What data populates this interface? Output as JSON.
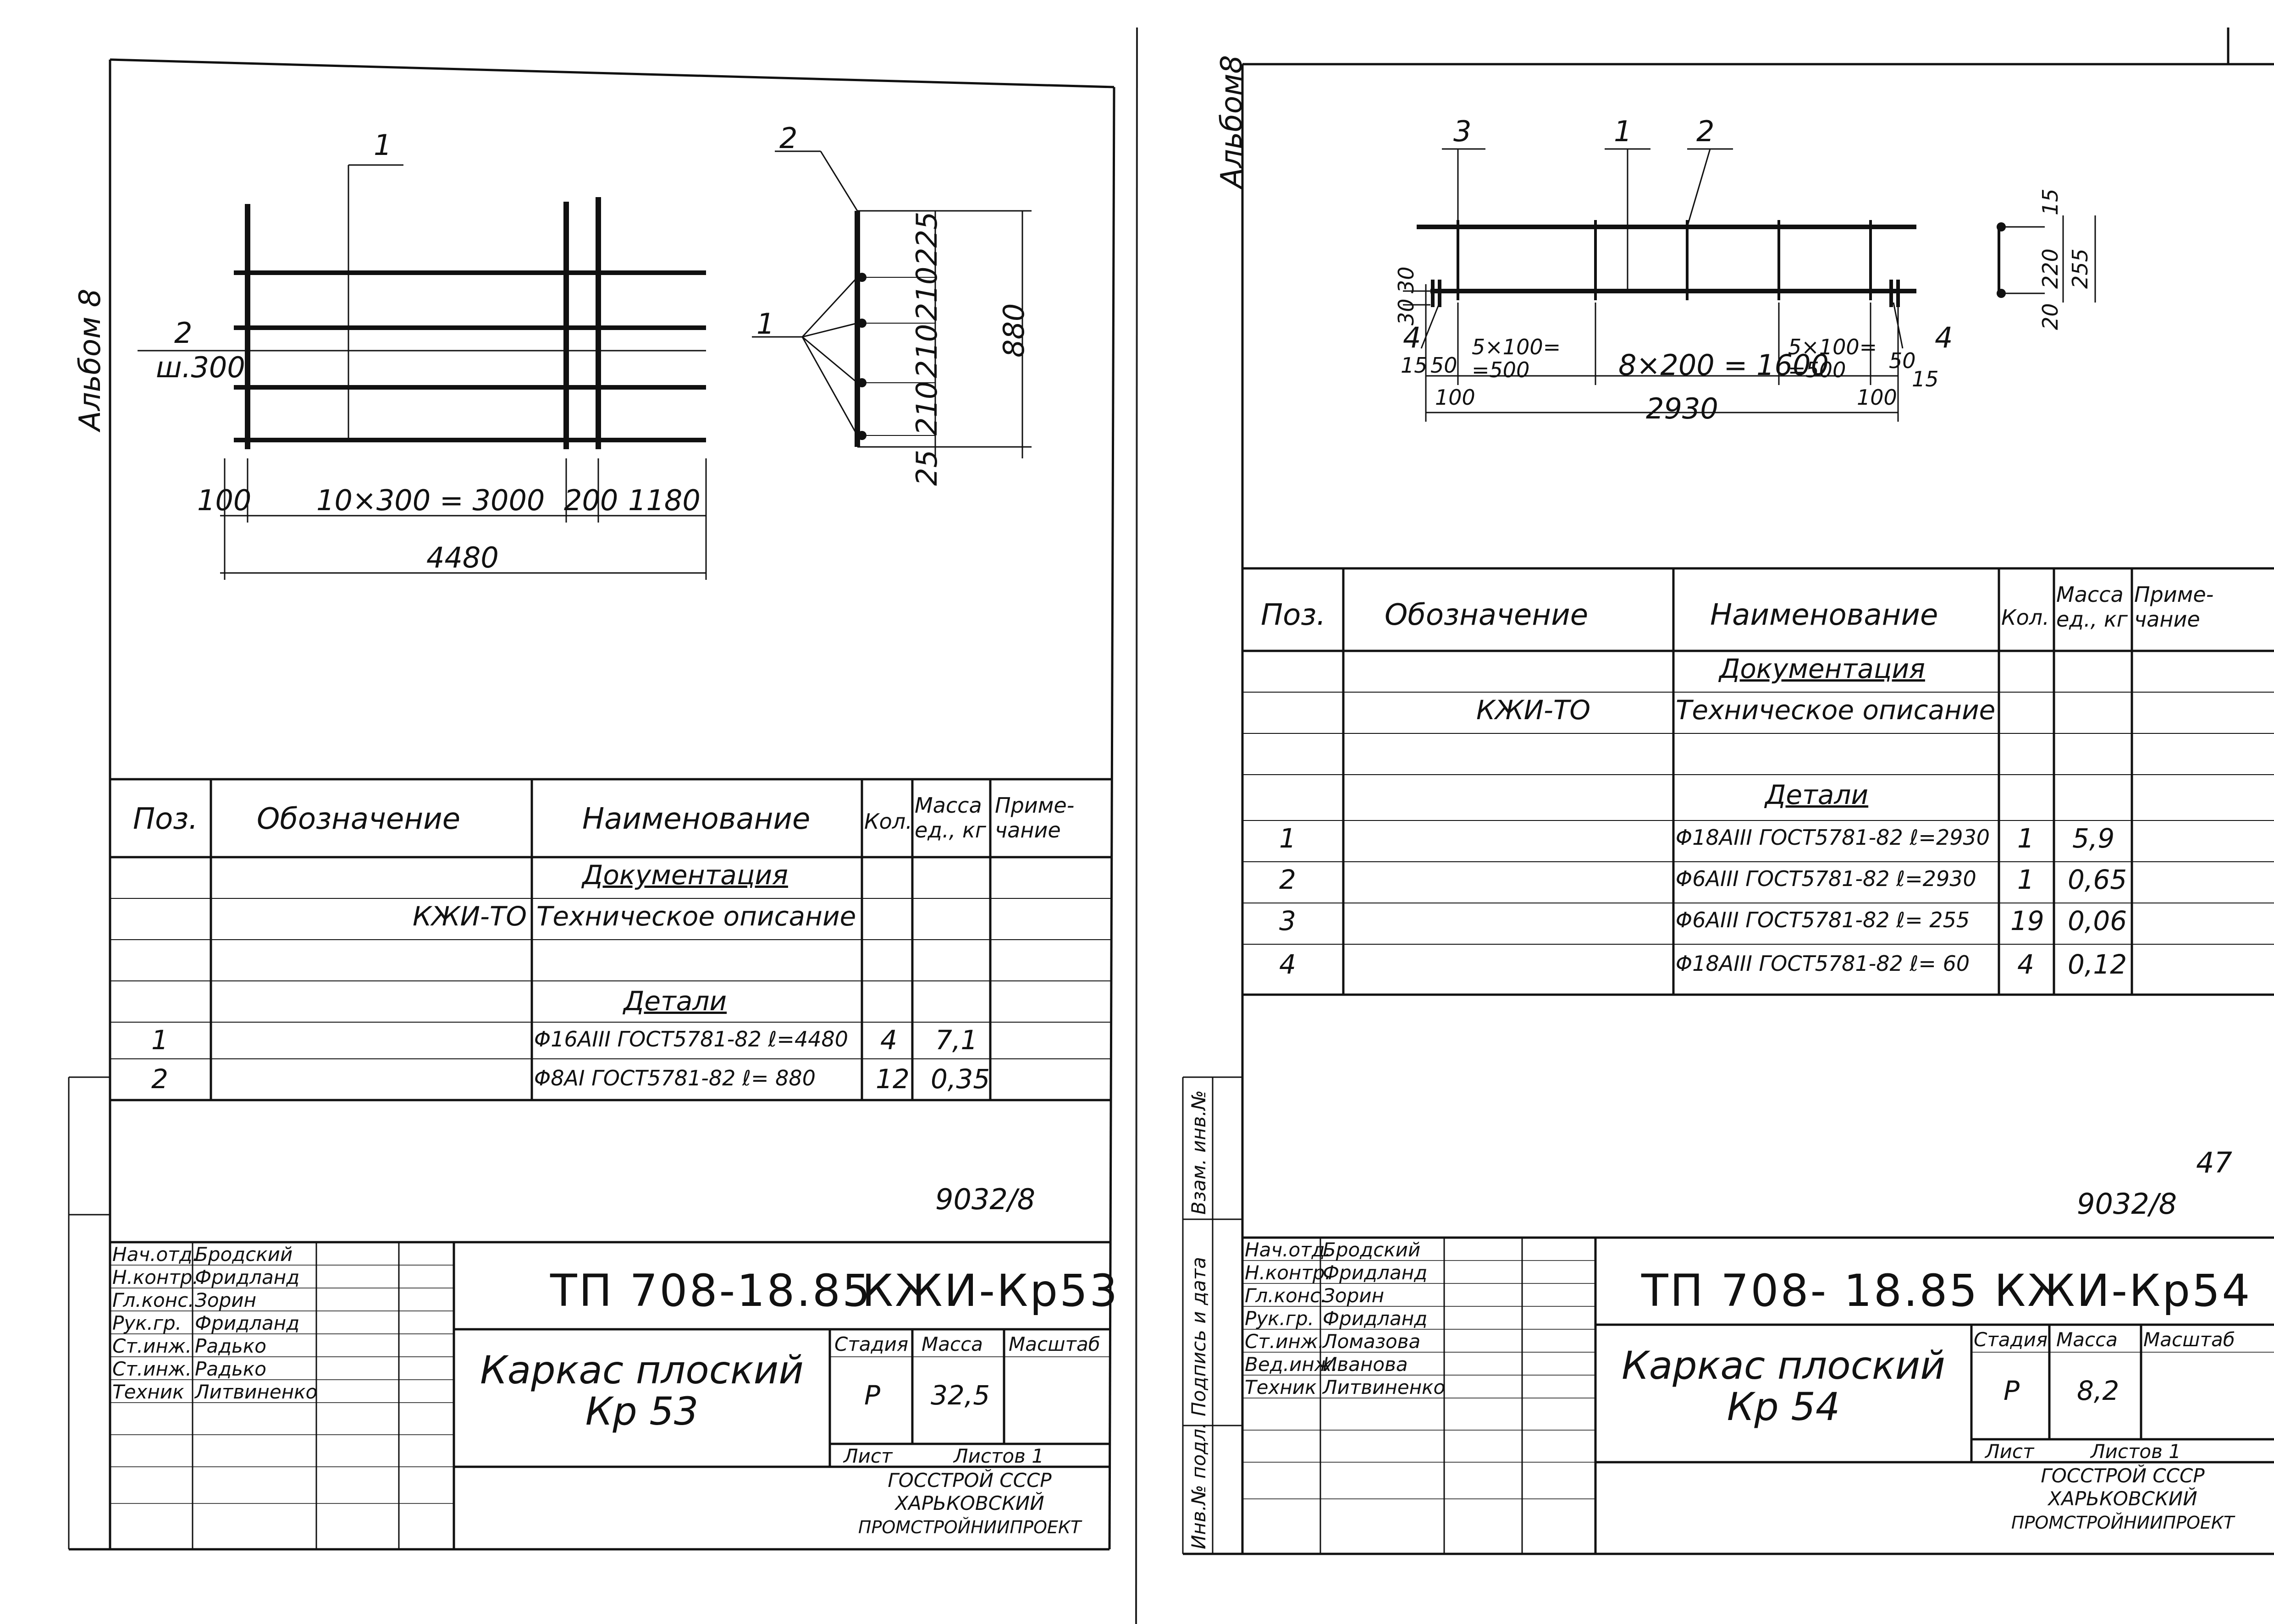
{
  "sheets": [
    {
      "album": "Альбом 8",
      "drawing": {
        "pos1": "1",
        "pos2": "2",
        "pitch": "ш.300",
        "dims": [
          "100",
          "10×300 = 3000",
          "200",
          "1180",
          "4480"
        ],
        "section_pos2": "2",
        "section_pos1": "1",
        "section_dims": [
          "225",
          "210",
          "210",
          "210",
          "25",
          "880"
        ]
      },
      "spec": {
        "headers": [
          "Поз.",
          "Обозначение",
          "Наименование",
          "Кол.",
          "Масса ед., кг",
          "Приме-чание"
        ],
        "doc_title": "Документация",
        "doc_code": "КЖИ-ТО",
        "doc_name": "Техническое описание",
        "details_title": "Детали",
        "rows": [
          {
            "pos": "1",
            "name": "Φ16AIII ГОСТ5781-82 ℓ=4480",
            "qty": "4",
            "mass": "7,1"
          },
          {
            "pos": "2",
            "name": "Φ8AI ГОСТ5781-82 ℓ= 880",
            "qty": "12",
            "mass": "0,35"
          }
        ]
      },
      "archive_no": "9032/8",
      "page_no": "",
      "stamp": {
        "roles": [
          "Нач.отд.",
          "Н.контр.",
          "Гл.конс.",
          "Рук.гр.",
          "Ст.инж.",
          "Ст.инж.",
          "Техник"
        ],
        "names": [
          "Бродский",
          "Фридланд",
          "Зорин",
          "Фридланд",
          "Радько",
          "Радько",
          "Литвиненко"
        ],
        "project": "ТП 708-18.85",
        "code": "КЖИ-Кр53",
        "title_line1": "Каркас плоский",
        "title_line2": "Кр 53",
        "stage_label": "Стадия",
        "mass_label": "Масса",
        "scale_label": "Масштаб",
        "stage": "Р",
        "mass": "32,5",
        "scale": "",
        "sheet_label": "Лист",
        "sheets_label": "Листов 1",
        "org1": "ГОССТРОЙ СССР",
        "org2": "ХАРЬКОВСКИЙ",
        "org3": "ПРОМСТРОЙНИИПРОЕКТ"
      }
    },
    {
      "album": "Альбом8",
      "drawing": {
        "pos3": "3",
        "pos1": "1",
        "pos2": "2",
        "pos4_left": "4",
        "pos4_right": "4",
        "dims": [
          "30",
          "30",
          "15",
          "50",
          "5×100=",
          "=500",
          "8×200 = 1600",
          "5×100=",
          "=500",
          "50",
          "15",
          "100",
          "100",
          "2930"
        ],
        "section_dims": [
          "15",
          "220",
          "255",
          "20"
        ]
      },
      "spec": {
        "headers": [
          "Поз.",
          "Обозначение",
          "Наименование",
          "Кол.",
          "Масса ед., кг",
          "Приме-чание"
        ],
        "doc_title": "Документация",
        "doc_code": "КЖИ-ТО",
        "doc_name": "Техническое описание",
        "details_title": "Детали",
        "rows": [
          {
            "pos": "1",
            "name": "Φ18AIII ГОСТ5781-82 ℓ=2930",
            "qty": "1",
            "mass": "5,9"
          },
          {
            "pos": "2",
            "name": "Φ6AIII ГОСТ5781-82 ℓ=2930",
            "qty": "1",
            "mass": "0,65"
          },
          {
            "pos": "3",
            "name": "Φ6AIII ГОСТ5781-82 ℓ= 255",
            "qty": "19",
            "mass": "0,06"
          },
          {
            "pos": "4",
            "name": "Φ18AIII ГОСТ5781-82 ℓ= 60",
            "qty": "4",
            "mass": "0,12"
          }
        ]
      },
      "archive_no": "9032/8",
      "page_no": "47",
      "side_labels": [
        "Инв.№ подл.",
        "Подпись и дата",
        "Взам. инв.№"
      ],
      "stamp": {
        "roles": [
          "Нач.отд.",
          "Н.контр.",
          "Гл.конс.",
          "Рук.гр.",
          "Ст.инж.",
          "Вед.инж.",
          "Техник"
        ],
        "names": [
          "Бродский",
          "Фридланд",
          "Зорин",
          "Фридланд",
          "Ломазова",
          "Иванова",
          "Литвиненко"
        ],
        "project": "ТП 708- 18.85",
        "code": "КЖИ-Кр54",
        "title_line1": "Каркас плоский",
        "title_line2": "Кр 54",
        "stage_label": "Стадия",
        "mass_label": "Масса",
        "scale_label": "Масштаб",
        "stage": "Р",
        "mass": "8,2",
        "scale": "",
        "sheet_label": "Лист",
        "sheets_label": "Листов 1",
        "org1": "ГОССТРОЙ СССР",
        "org2": "ХАРЬКОВСКИЙ",
        "org3": "ПРОМСТРОЙНИИПРОЕКТ"
      }
    }
  ]
}
